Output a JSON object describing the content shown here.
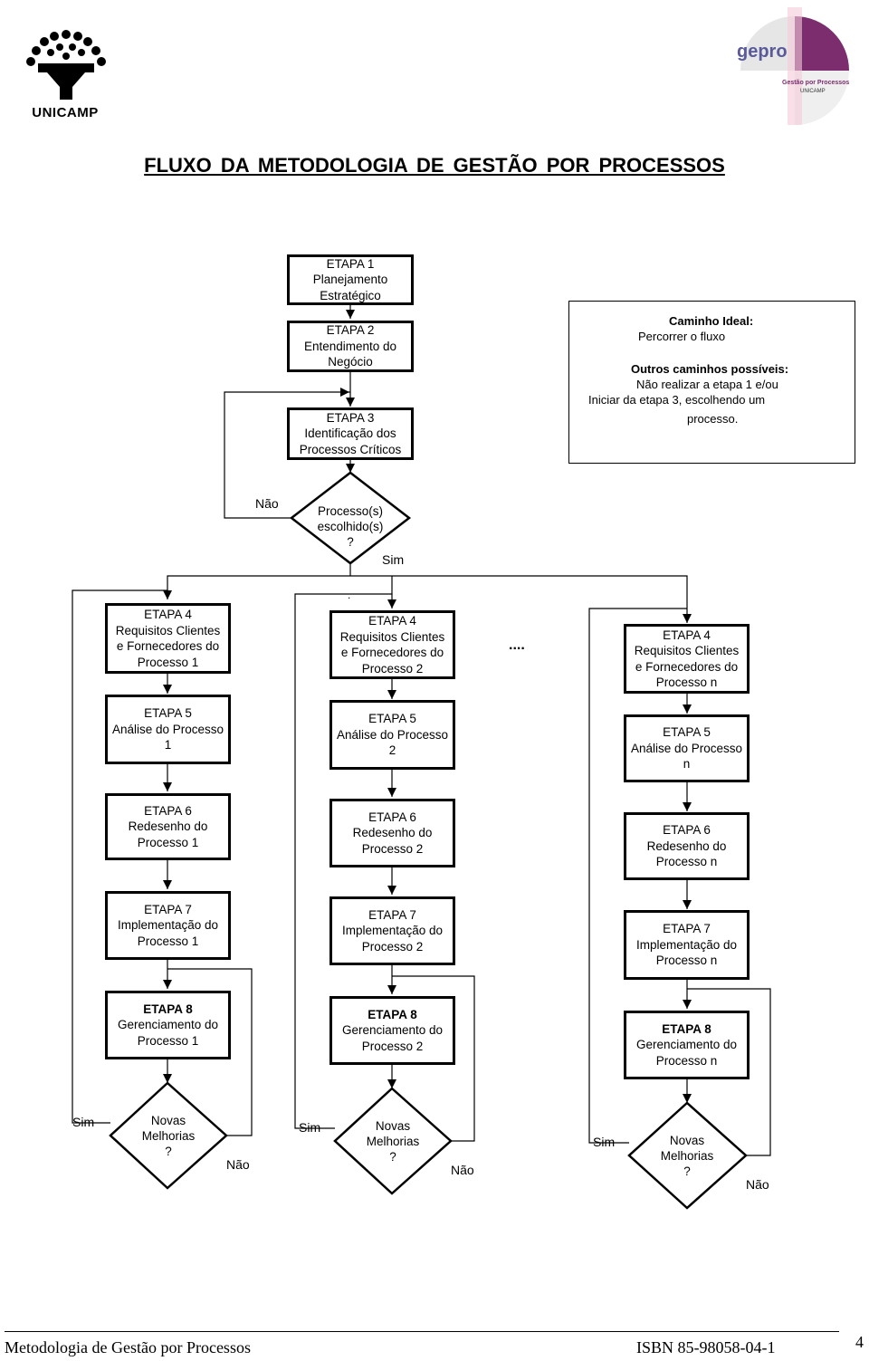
{
  "logos": {
    "unicamp_text": "UNICAMP",
    "gepro_text": "gepro",
    "gepro_subtitle": "Gestão por Processos",
    "gepro_sub2": "UNICAMP"
  },
  "title": "FLUXO DA METODOLOGIA DE GESTÃO POR PROCESSOS",
  "etapas_top": {
    "etapa1": [
      "ETAPA 1",
      "Planejamento",
      "Estratégico"
    ],
    "etapa2": [
      "ETAPA 2",
      "Entendimento do",
      "Negócio"
    ],
    "etapa3": [
      "ETAPA 3",
      "Identificação dos",
      "Processos Críticos"
    ]
  },
  "decision_main": {
    "lines": [
      "Processo(s)",
      "escolhido(s)",
      "?"
    ],
    "no_label": "Não",
    "yes_label": "Sim",
    "dot": "."
  },
  "note": {
    "ideal_title": "Caminho Ideal:",
    "ideal_text": "Percorrer o fluxo",
    "others_title": "Outros caminhos possíveis:",
    "others_line1": "Não realizar a etapa 1 e/ou",
    "others_line2": "Iniciar da etapa 3, escolhendo um",
    "others_line3": "processo."
  },
  "ellipsis": "....",
  "columns": [
    {
      "etapa4": [
        "ETAPA 4",
        "Requisitos Clientes",
        "e Fornecedores do",
        "Processo 1"
      ],
      "etapa5": [
        "ETAPA 5",
        "Análise do Processo",
        "1"
      ],
      "etapa6": [
        "ETAPA 6",
        "Redesenho do",
        "Processo 1"
      ],
      "etapa7": [
        "ETAPA 7",
        "Implementação do",
        "Processo 1"
      ],
      "etapa8": [
        "ETAPA 8",
        "Gerenciamento do",
        "Processo 1"
      ],
      "decision": [
        "Novas",
        "Melhorias",
        "?"
      ],
      "yes": "Sim",
      "no": "Não"
    },
    {
      "etapa4": [
        "ETAPA 4",
        "Requisitos Clientes",
        "e Fornecedores do",
        "Processo 2"
      ],
      "etapa5": [
        "ETAPA 5",
        "Análise do Processo",
        "2"
      ],
      "etapa6": [
        "ETAPA 6",
        "Redesenho do",
        "Processo 2"
      ],
      "etapa7": [
        "ETAPA 7",
        "Implementação do",
        "Processo 2"
      ],
      "etapa8": [
        "ETAPA 8",
        "Gerenciamento do",
        "Processo 2"
      ],
      "decision": [
        "Novas",
        "Melhorias",
        "?"
      ],
      "yes": "Sim",
      "no": "Não"
    },
    {
      "etapa4": [
        "ETAPA 4",
        "Requisitos Clientes",
        "e Fornecedores do",
        "Processo n"
      ],
      "etapa5": [
        "ETAPA 5",
        "Análise do Processo",
        "n"
      ],
      "etapa6": [
        "ETAPA 6",
        "Redesenho do",
        "Processo n"
      ],
      "etapa7": [
        "ETAPA 7",
        "Implementação do",
        "Processo n"
      ],
      "etapa8": [
        "ETAPA 8",
        "Gerenciamento do",
        "Processo n"
      ],
      "decision": [
        "Novas",
        "Melhorias",
        "?"
      ],
      "yes": "Sim",
      "no": "Não"
    }
  ],
  "footer": {
    "left": "Metodologia de Gestão por Processos",
    "right": "ISBN 85-98058-04-1",
    "page": "4"
  }
}
